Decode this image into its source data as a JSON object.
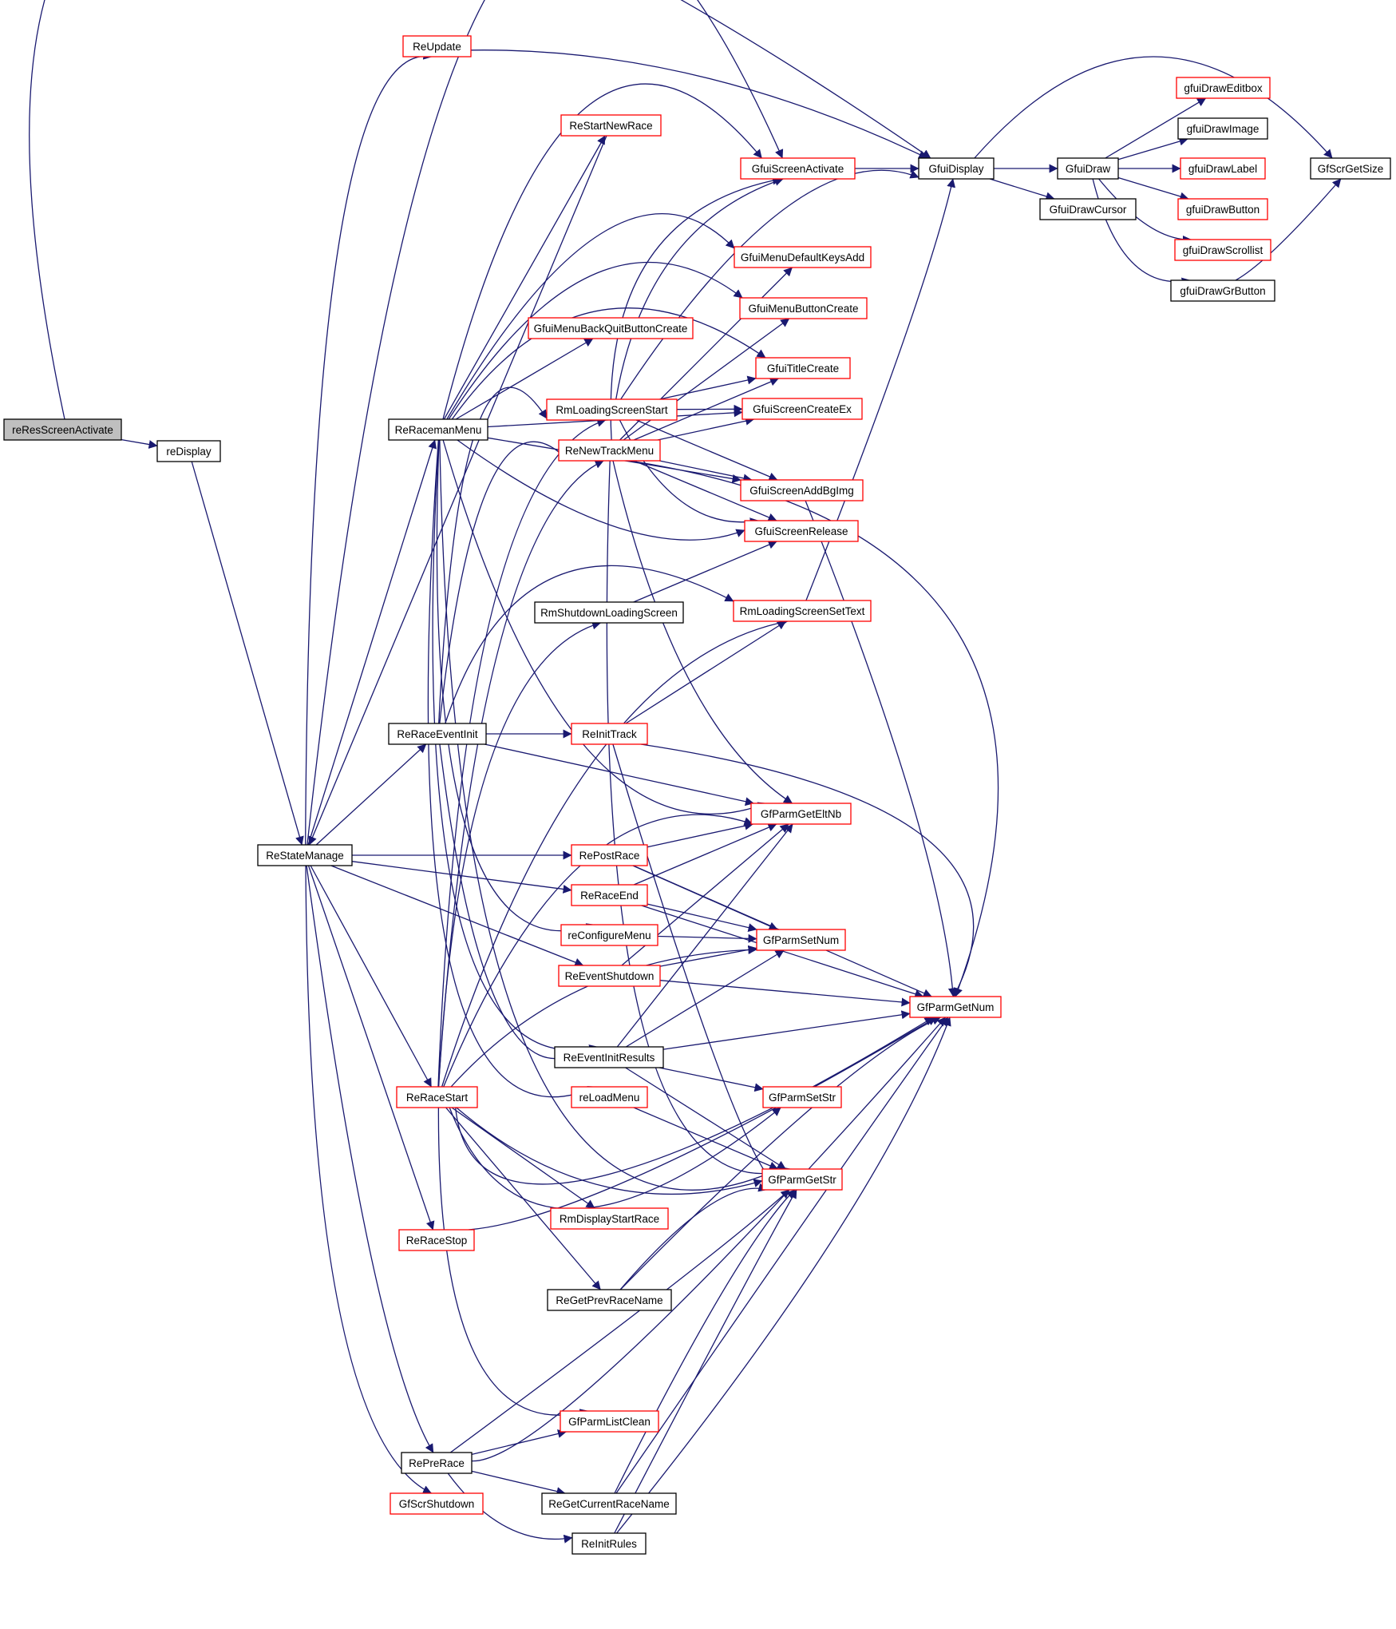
{
  "colors": {
    "edge": "#191970",
    "border_normal": "#000000",
    "border_truncated": "#ff0000",
    "fill_root": "#bfbfbf",
    "fill_normal": "#ffffff"
  },
  "nodes": [
    {
      "id": "reResScreenActivate",
      "label": "reResScreenActivate",
      "style": "root"
    },
    {
      "id": "reDisplay",
      "label": "reDisplay",
      "style": "normal"
    },
    {
      "id": "ReUpdate",
      "label": "ReUpdate",
      "style": "truncated"
    },
    {
      "id": "ReStateManage",
      "label": "ReStateManage",
      "style": "normal"
    },
    {
      "id": "ReStartNewRace",
      "label": "ReStartNewRace",
      "style": "truncated"
    },
    {
      "id": "ReRacemanMenu",
      "label": "ReRacemanMenu",
      "style": "normal"
    },
    {
      "id": "GfuiMenuBackQuitButtonCreate",
      "label": "GfuiMenuBackQuitButtonCreate",
      "style": "truncated"
    },
    {
      "id": "RmLoadingScreenStart",
      "label": "RmLoadingScreenStart",
      "style": "truncated"
    },
    {
      "id": "ReNewTrackMenu",
      "label": "ReNewTrackMenu",
      "style": "truncated"
    },
    {
      "id": "RmShutdownLoadingScreen",
      "label": "RmShutdownLoadingScreen",
      "style": "normal"
    },
    {
      "id": "ReRaceEventInit",
      "label": "ReRaceEventInit",
      "style": "normal"
    },
    {
      "id": "ReInitTrack",
      "label": "ReInitTrack",
      "style": "truncated"
    },
    {
      "id": "RePostRace",
      "label": "RePostRace",
      "style": "truncated"
    },
    {
      "id": "ReRaceEnd",
      "label": "ReRaceEnd",
      "style": "truncated"
    },
    {
      "id": "reConfigureMenu",
      "label": "reConfigureMenu",
      "style": "truncated"
    },
    {
      "id": "ReEventShutdown",
      "label": "ReEventShutdown",
      "style": "truncated"
    },
    {
      "id": "ReEventInitResults",
      "label": "ReEventInitResults",
      "style": "normal"
    },
    {
      "id": "reLoadMenu",
      "label": "reLoadMenu",
      "style": "truncated"
    },
    {
      "id": "ReRaceStart",
      "label": "ReRaceStart",
      "style": "truncated"
    },
    {
      "id": "RmDisplayStartRace",
      "label": "RmDisplayStartRace",
      "style": "truncated"
    },
    {
      "id": "ReRaceStop",
      "label": "ReRaceStop",
      "style": "truncated"
    },
    {
      "id": "ReGetPrevRaceName",
      "label": "ReGetPrevRaceName",
      "style": "normal"
    },
    {
      "id": "GfParmListClean",
      "label": "GfParmListClean",
      "style": "truncated"
    },
    {
      "id": "RePreRace",
      "label": "RePreRace",
      "style": "normal"
    },
    {
      "id": "ReGetCurrentRaceName",
      "label": "ReGetCurrentRaceName",
      "style": "normal"
    },
    {
      "id": "GfScrShutdown",
      "label": "GfScrShutdown",
      "style": "truncated"
    },
    {
      "id": "ReInitRules",
      "label": "ReInitRules",
      "style": "normal"
    },
    {
      "id": "GfuiScreenActivate",
      "label": "GfuiScreenActivate",
      "style": "truncated"
    },
    {
      "id": "GfuiMenuDefaultKeysAdd",
      "label": "GfuiMenuDefaultKeysAdd",
      "style": "truncated"
    },
    {
      "id": "GfuiMenuButtonCreate",
      "label": "GfuiMenuButtonCreate",
      "style": "truncated"
    },
    {
      "id": "GfuiTitleCreate",
      "label": "GfuiTitleCreate",
      "style": "truncated"
    },
    {
      "id": "GfuiScreenCreateEx",
      "label": "GfuiScreenCreateEx",
      "style": "truncated"
    },
    {
      "id": "GfuiScreenAddBgImg",
      "label": "GfuiScreenAddBgImg",
      "style": "truncated"
    },
    {
      "id": "GfuiScreenRelease",
      "label": "GfuiScreenRelease",
      "style": "truncated"
    },
    {
      "id": "RmLoadingScreenSetText",
      "label": "RmLoadingScreenSetText",
      "style": "truncated"
    },
    {
      "id": "GfParmGetEltNb",
      "label": "GfParmGetEltNb",
      "style": "truncated"
    },
    {
      "id": "GfParmSetNum",
      "label": "GfParmSetNum",
      "style": "truncated"
    },
    {
      "id": "GfParmSetStr",
      "label": "GfParmSetStr",
      "style": "truncated"
    },
    {
      "id": "GfParmGetStr",
      "label": "GfParmGetStr",
      "style": "truncated"
    },
    {
      "id": "GfuiDisplay",
      "label": "GfuiDisplay",
      "style": "normal"
    },
    {
      "id": "GfParmGetNum",
      "label": "GfParmGetNum",
      "style": "truncated"
    },
    {
      "id": "GfuiDraw",
      "label": "GfuiDraw",
      "style": "normal"
    },
    {
      "id": "GfuiDrawCursor",
      "label": "GfuiDrawCursor",
      "style": "normal"
    },
    {
      "id": "gfuiDrawEditbox",
      "label": "gfuiDrawEditbox",
      "style": "truncated"
    },
    {
      "id": "gfuiDrawImage",
      "label": "gfuiDrawImage",
      "style": "normal"
    },
    {
      "id": "gfuiDrawLabel",
      "label": "gfuiDrawLabel",
      "style": "truncated"
    },
    {
      "id": "gfuiDrawButton",
      "label": "gfuiDrawButton",
      "style": "truncated"
    },
    {
      "id": "gfuiDrawScrollist",
      "label": "gfuiDrawScrollist",
      "style": "truncated"
    },
    {
      "id": "gfuiDrawGrButton",
      "label": "gfuiDrawGrButton",
      "style": "normal"
    },
    {
      "id": "GfScrGetSize",
      "label": "GfScrGetSize",
      "style": "normal"
    }
  ],
  "edges": [
    [
      "reResScreenActivate",
      "reDisplay"
    ],
    [
      "reResScreenActivate",
      "GfuiDisplay"
    ],
    [
      "reDisplay",
      "ReStateManage"
    ],
    [
      "ReUpdate",
      "GfuiDisplay"
    ],
    [
      "ReStateManage",
      "ReUpdate"
    ],
    [
      "ReStateManage",
      "GfuiScreenActivate"
    ],
    [
      "ReStateManage",
      "ReRacemanMenu"
    ],
    [
      "ReStateManage",
      "ReRaceEventInit"
    ],
    [
      "ReStateManage",
      "RePostRace"
    ],
    [
      "ReStateManage",
      "ReRaceEnd"
    ],
    [
      "ReStateManage",
      "ReEventShutdown"
    ],
    [
      "ReStateManage",
      "ReRaceStart"
    ],
    [
      "ReStateManage",
      "ReRaceStop"
    ],
    [
      "ReStateManage",
      "RePreRace"
    ],
    [
      "ReStateManage",
      "GfScrShutdown"
    ],
    [
      "ReStartNewRace",
      "ReStateManage"
    ],
    [
      "ReRacemanMenu",
      "ReStartNewRace"
    ],
    [
      "ReRacemanMenu",
      "GfuiScreenActivate"
    ],
    [
      "ReRacemanMenu",
      "GfuiMenuDefaultKeysAdd"
    ],
    [
      "ReRacemanMenu",
      "GfuiMenuButtonCreate"
    ],
    [
      "ReRacemanMenu",
      "GfuiMenuBackQuitButtonCreate"
    ],
    [
      "ReRacemanMenu",
      "GfuiTitleCreate"
    ],
    [
      "ReRacemanMenu",
      "GfuiScreenCreateEx"
    ],
    [
      "ReRacemanMenu",
      "GfuiScreenAddBgImg"
    ],
    [
      "ReRacemanMenu",
      "GfuiScreenRelease"
    ],
    [
      "ReRacemanMenu",
      "GfParmGetEltNb"
    ],
    [
      "ReRacemanMenu",
      "reConfigureMenu"
    ],
    [
      "ReRacemanMenu",
      "ReEventInitResults"
    ],
    [
      "ReRacemanMenu",
      "reLoadMenu"
    ],
    [
      "ReRacemanMenu",
      "GfParmGetStr"
    ],
    [
      "RmLoadingScreenStart",
      "GfuiScreenActivate"
    ],
    [
      "RmLoadingScreenStart",
      "GfuiDisplay"
    ],
    [
      "RmLoadingScreenStart",
      "GfuiTitleCreate"
    ],
    [
      "RmLoadingScreenStart",
      "GfuiScreenCreateEx"
    ],
    [
      "RmLoadingScreenStart",
      "GfuiScreenAddBgImg"
    ],
    [
      "RmLoadingScreenStart",
      "GfuiScreenRelease"
    ],
    [
      "ReNewTrackMenu",
      "GfuiScreenActivate"
    ],
    [
      "ReNewTrackMenu",
      "GfuiMenuDefaultKeysAdd"
    ],
    [
      "ReNewTrackMenu",
      "GfuiMenuButtonCreate"
    ],
    [
      "ReNewTrackMenu",
      "GfuiTitleCreate"
    ],
    [
      "ReNewTrackMenu",
      "GfuiScreenCreateEx"
    ],
    [
      "ReNewTrackMenu",
      "GfuiScreenAddBgImg"
    ],
    [
      "ReNewTrackMenu",
      "GfuiScreenRelease"
    ],
    [
      "ReNewTrackMenu",
      "GfParmGetEltNb"
    ],
    [
      "ReNewTrackMenu",
      "GfParmGetStr"
    ],
    [
      "ReNewTrackMenu",
      "GfParmGetNum"
    ],
    [
      "RmShutdownLoadingScreen",
      "GfuiScreenRelease"
    ],
    [
      "ReRaceEventInit",
      "RmLoadingScreenStart"
    ],
    [
      "ReRaceEventInit",
      "RmLoadingScreenSetText"
    ],
    [
      "ReRaceEventInit",
      "ReInitTrack"
    ],
    [
      "ReRaceEventInit",
      "GfParmGetEltNb"
    ],
    [
      "ReRaceEventInit",
      "ReNewTrackMenu"
    ],
    [
      "ReRaceEventInit",
      "ReEventInitResults"
    ],
    [
      "ReInitTrack",
      "RmLoadingScreenSetText"
    ],
    [
      "ReInitTrack",
      "GfParmGetNum"
    ],
    [
      "ReInitTrack",
      "GfParmGetStr"
    ],
    [
      "RePostRace",
      "GfParmGetEltNb"
    ],
    [
      "RePostRace",
      "GfParmSetNum"
    ],
    [
      "RePostRace",
      "GfParmGetNum"
    ],
    [
      "ReRaceEnd",
      "GfParmGetEltNb"
    ],
    [
      "ReRaceEnd",
      "GfParmSetNum"
    ],
    [
      "ReRaceEnd",
      "GfParmGetNum"
    ],
    [
      "reConfigureMenu",
      "GfParmSetNum"
    ],
    [
      "ReEventShutdown",
      "GfParmGetEltNb"
    ],
    [
      "ReEventShutdown",
      "GfParmSetNum"
    ],
    [
      "ReEventShutdown",
      "GfParmGetNum"
    ],
    [
      "ReEventInitResults",
      "GfParmGetEltNb"
    ],
    [
      "ReEventInitResults",
      "GfParmSetNum"
    ],
    [
      "ReEventInitResults",
      "GfParmGetNum"
    ],
    [
      "ReEventInitResults",
      "GfParmSetStr"
    ],
    [
      "ReEventInitResults",
      "GfParmGetStr"
    ],
    [
      "reLoadMenu",
      "GfParmGetStr"
    ],
    [
      "ReRaceStart",
      "RmLoadingScreenStart"
    ],
    [
      "ReRaceStart",
      "ReNewTrackMenu"
    ],
    [
      "ReRaceStart",
      "RmShutdownLoadingScreen"
    ],
    [
      "ReRaceStart",
      "RmLoadingScreenSetText"
    ],
    [
      "ReRaceStart",
      "GfParmGetEltNb"
    ],
    [
      "ReRaceStart",
      "GfParmSetNum"
    ],
    [
      "ReRaceStart",
      "GfParmSetStr"
    ],
    [
      "ReRaceStart",
      "GfParmGetStr"
    ],
    [
      "ReRaceStart",
      "RmDisplayStartRace"
    ],
    [
      "ReRaceStart",
      "ReGetPrevRaceName"
    ],
    [
      "ReRaceStart",
      "GfParmGetNum"
    ],
    [
      "ReRaceStart",
      "GfParmListClean"
    ],
    [
      "ReRaceStop",
      "GfParmGetNum"
    ],
    [
      "ReGetPrevRaceName",
      "GfParmGetStr"
    ],
    [
      "ReGetPrevRaceName",
      "GfParmGetNum"
    ],
    [
      "RePreRace",
      "GfParmListClean"
    ],
    [
      "RePreRace",
      "GfParmGetStr"
    ],
    [
      "RePreRace",
      "ReGetCurrentRaceName"
    ],
    [
      "RePreRace",
      "ReInitRules"
    ],
    [
      "RePreRace",
      "GfParmGetNum"
    ],
    [
      "ReGetCurrentRaceName",
      "GfParmGetStr"
    ],
    [
      "ReGetCurrentRaceName",
      "GfParmGetNum"
    ],
    [
      "ReInitRules",
      "GfParmGetStr"
    ],
    [
      "ReInitRules",
      "GfParmGetNum"
    ],
    [
      "GfuiScreenActivate",
      "GfuiDisplay"
    ],
    [
      "GfuiScreenAddBgImg",
      "GfParmGetNum"
    ],
    [
      "RmLoadingScreenSetText",
      "GfuiDisplay"
    ],
    [
      "GfuiDisplay",
      "GfuiDraw"
    ],
    [
      "GfuiDisplay",
      "GfuiDrawCursor"
    ],
    [
      "GfuiDisplay",
      "GfScrGetSize"
    ],
    [
      "GfuiDraw",
      "gfuiDrawEditbox"
    ],
    [
      "GfuiDraw",
      "gfuiDrawImage"
    ],
    [
      "GfuiDraw",
      "gfuiDrawLabel"
    ],
    [
      "GfuiDraw",
      "gfuiDrawButton"
    ],
    [
      "GfuiDraw",
      "gfuiDrawScrollist"
    ],
    [
      "GfuiDraw",
      "gfuiDrawGrButton"
    ],
    [
      "gfuiDrawGrButton",
      "GfScrGetSize"
    ]
  ]
}
